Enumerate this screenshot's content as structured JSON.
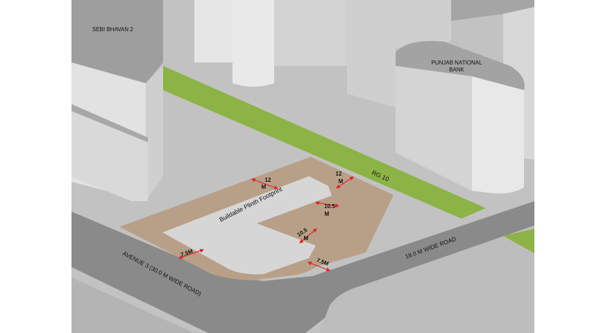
{
  "colors": {
    "ground": "#c2c2c2",
    "road": "#8a8a8a",
    "green_strip": "#8cb345",
    "setback": "#b8a088",
    "footprint": "#d6d6d6",
    "building_top": "#9e9e9e",
    "building_light": "#e2e2e2",
    "building_mid": "#cfcfcf",
    "arrow": "#e0262b"
  },
  "labels": {
    "sebi_bhavan": "SEBI BHAVAN 2",
    "pnb_line1": "PUNJAB NATIONAL",
    "pnb_line2": "BANK",
    "rg": "RG 10",
    "footprint": "Buildable Plinth Footprint",
    "avenue": "AVENUE 3 (30.0 M WIDE ROAD)",
    "road18": "18.0 M WIDE ROAD"
  },
  "dimensions": [
    {
      "id": "top-left",
      "line1": "12",
      "line2": "M"
    },
    {
      "id": "top-right",
      "line1": "12",
      "line2": "M"
    },
    {
      "id": "mid-upper",
      "line1": "10.5",
      "line2": "M"
    },
    {
      "id": "mid-lower",
      "line1": "10.5",
      "line2": "M"
    },
    {
      "id": "bottom-left",
      "line1": "7.5M",
      "line2": ""
    },
    {
      "id": "bottom-right",
      "line1": "7.5M",
      "line2": ""
    }
  ]
}
